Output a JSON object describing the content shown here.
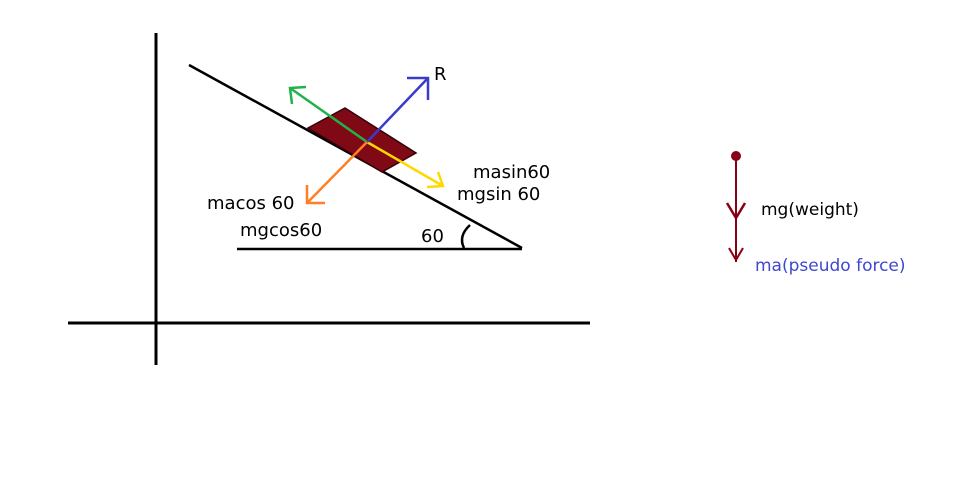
{
  "labels": {
    "reaction": "R",
    "masin": "masin60",
    "mgsin": "mgsin 60",
    "macos": "macos 60",
    "mgcos": "mgcos60",
    "angle": "60",
    "weight": "mg(weight)",
    "pseudo": "ma(pseudo force)"
  },
  "colors": {
    "reaction": "#3a3acd",
    "normal_out": "#22b14c",
    "along_incline": "#ffd800",
    "into_incline": "#ff7f27",
    "block": "#7f0a15",
    "force_diagram": "#880015",
    "pseudo_label": "#3f48cc",
    "lines": "#000000"
  }
}
